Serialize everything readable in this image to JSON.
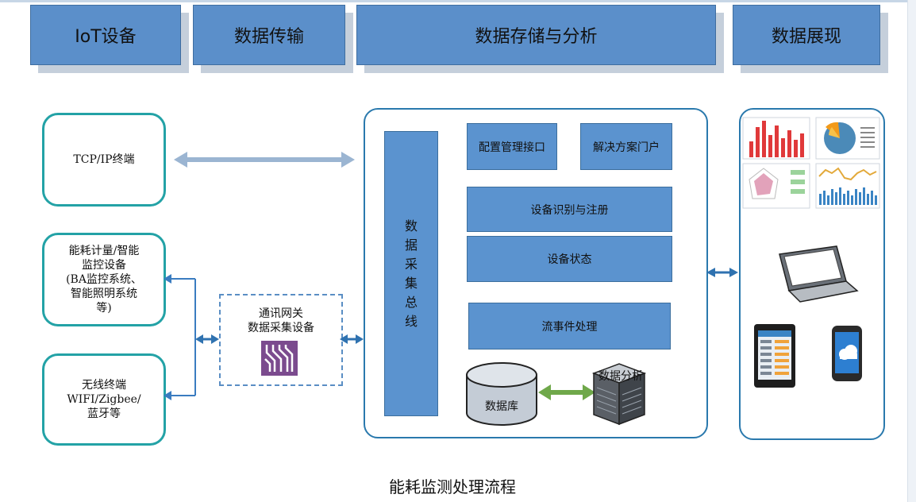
{
  "headers": [
    "IoT设备",
    "数据传输",
    "数据存储与分析",
    "数据展现"
  ],
  "devices": {
    "tcp": "TCP/IP终端",
    "energy": [
      "能耗计量/智能",
      "监控设备",
      "(BA监控系统、",
      "智能照明系统",
      "等)"
    ],
    "wireless": [
      "无线终端",
      "WIFI/Zigbee/",
      "蓝牙等"
    ]
  },
  "gateway": [
    "通讯网关",
    "数据采集设备"
  ],
  "bus_label": "数据采集总线",
  "modules": {
    "config": "配置管理接口",
    "portal": "解决方案门户",
    "register": "设备识别与注册",
    "status": "设备状态",
    "stream": "流事件处理"
  },
  "database": "数据库",
  "analysis": "数据分析",
  "caption": "能耗监测处理流程",
  "colors": {
    "header": "#5b8fca",
    "device_border": "#23a2a6",
    "panel_border": "#2a79ad",
    "arrow": "#2f72b0",
    "db_link": "#6fa84a"
  }
}
